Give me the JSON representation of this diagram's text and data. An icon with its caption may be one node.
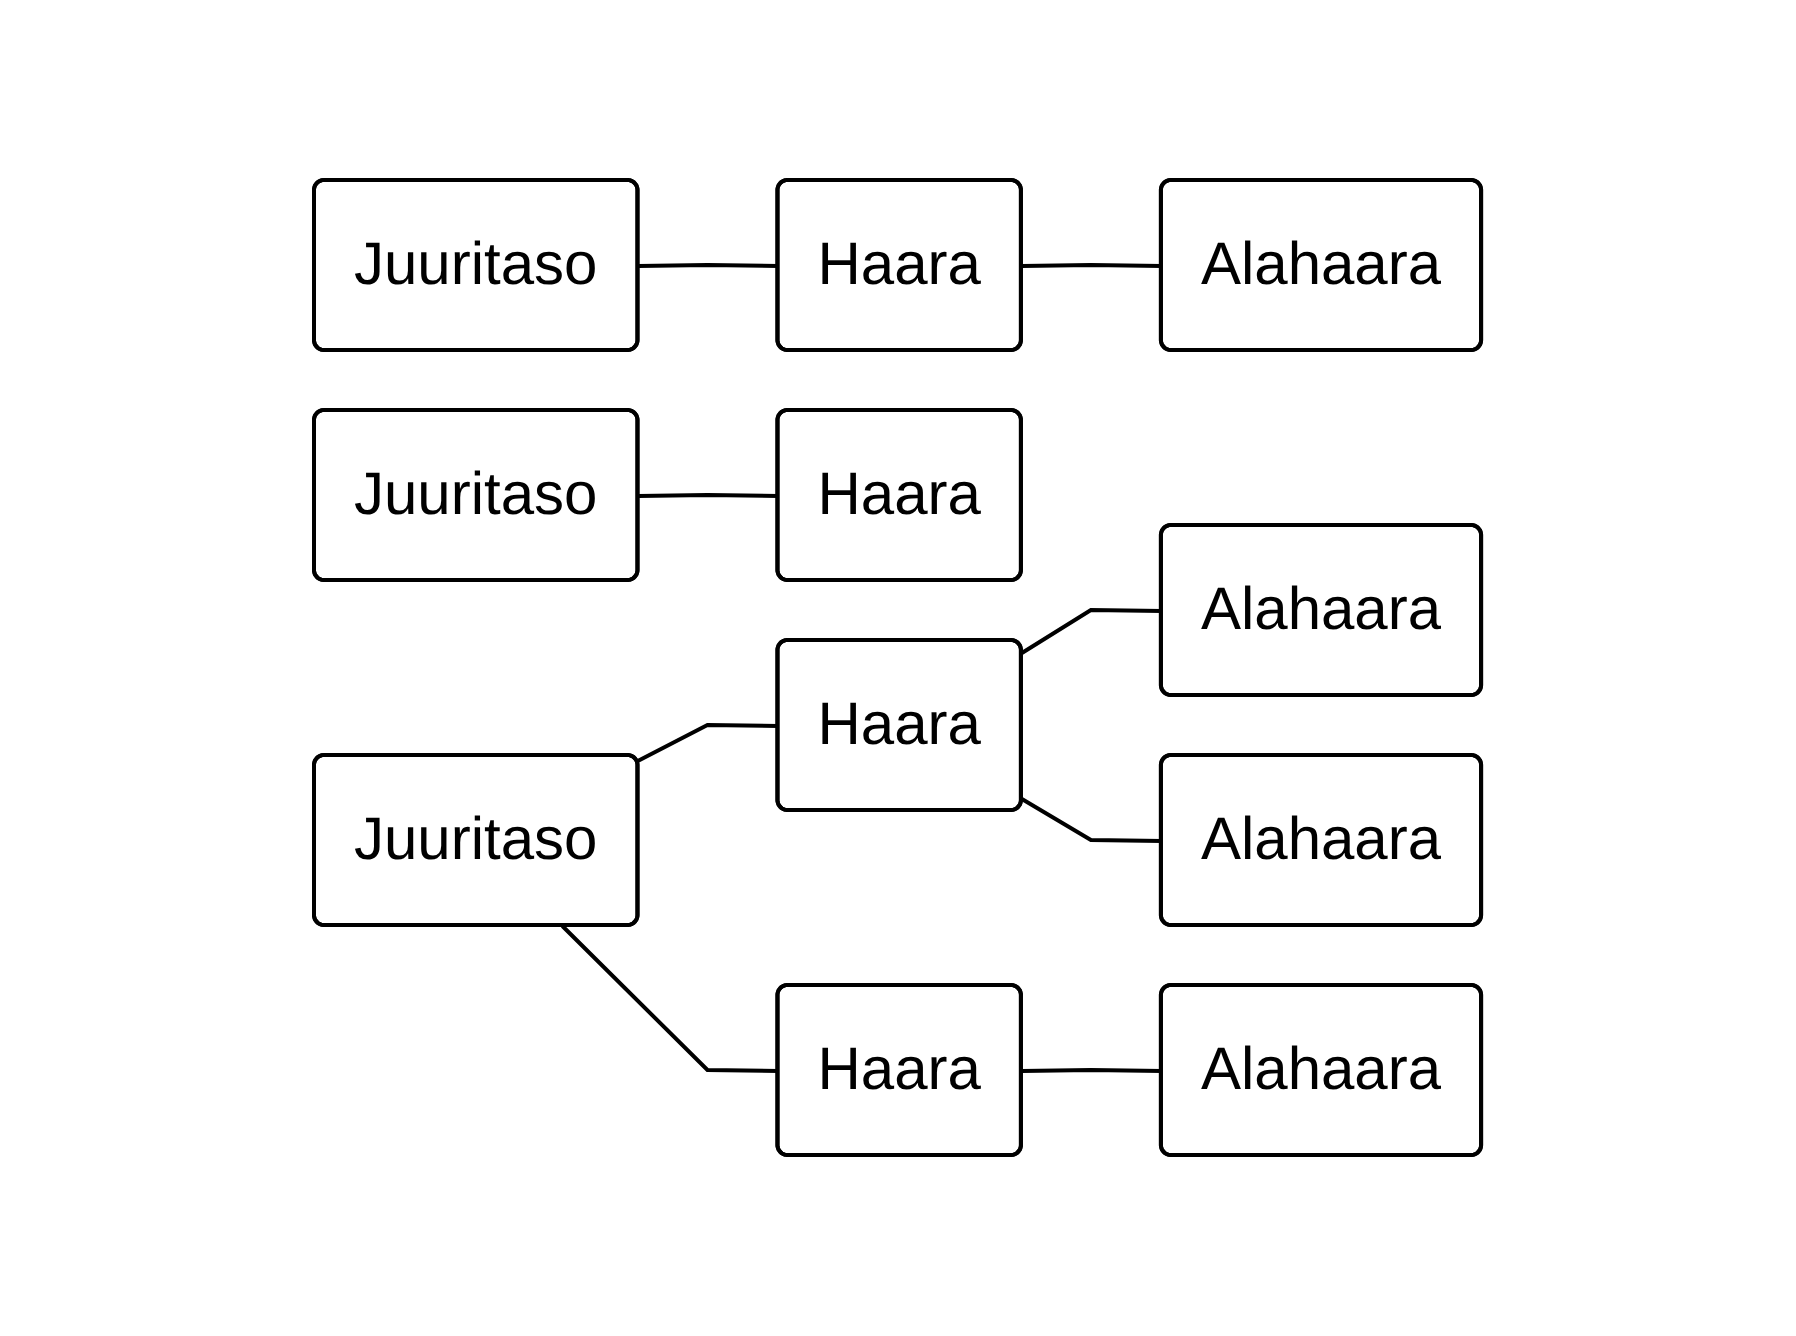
{
  "diagram": {
    "nodes": [
      {
        "text": [
          "Juuritaso"
        ]
      },
      {
        "text": [
          "Haara"
        ]
      },
      {
        "text": [
          "Alahaara"
        ]
      },
      {
        "text": [
          "Juuritaso"
        ]
      },
      {
        "text": [
          "Haara"
        ]
      },
      {
        "text": [
          "Juuritaso"
        ]
      },
      {
        "text": [
          "Haara"
        ]
      },
      {
        "text": [
          "Alahaara"
        ]
      },
      {
        "text": [
          "Alahaara"
        ]
      },
      {
        "text": [
          "Haara"
        ]
      },
      {
        "text": [
          "Alahaara"
        ]
      }
    ],
    "edges": [
      {
        "from": 0,
        "to": 1,
        "arrow": "none"
      },
      {
        "from": 1,
        "to": 2,
        "arrow": "none"
      },
      {
        "from": 3,
        "to": 4,
        "arrow": "none"
      },
      {
        "from": 5,
        "to": 6,
        "arrow": "none"
      },
      {
        "from": 6,
        "to": 7,
        "arrow": "none"
      },
      {
        "from": 6,
        "to": 8,
        "arrow": "none"
      },
      {
        "from": 5,
        "to": 9,
        "arrow": "none"
      },
      {
        "from": 9,
        "to": 10,
        "arrow": "none"
      }
    ]
  }
}
